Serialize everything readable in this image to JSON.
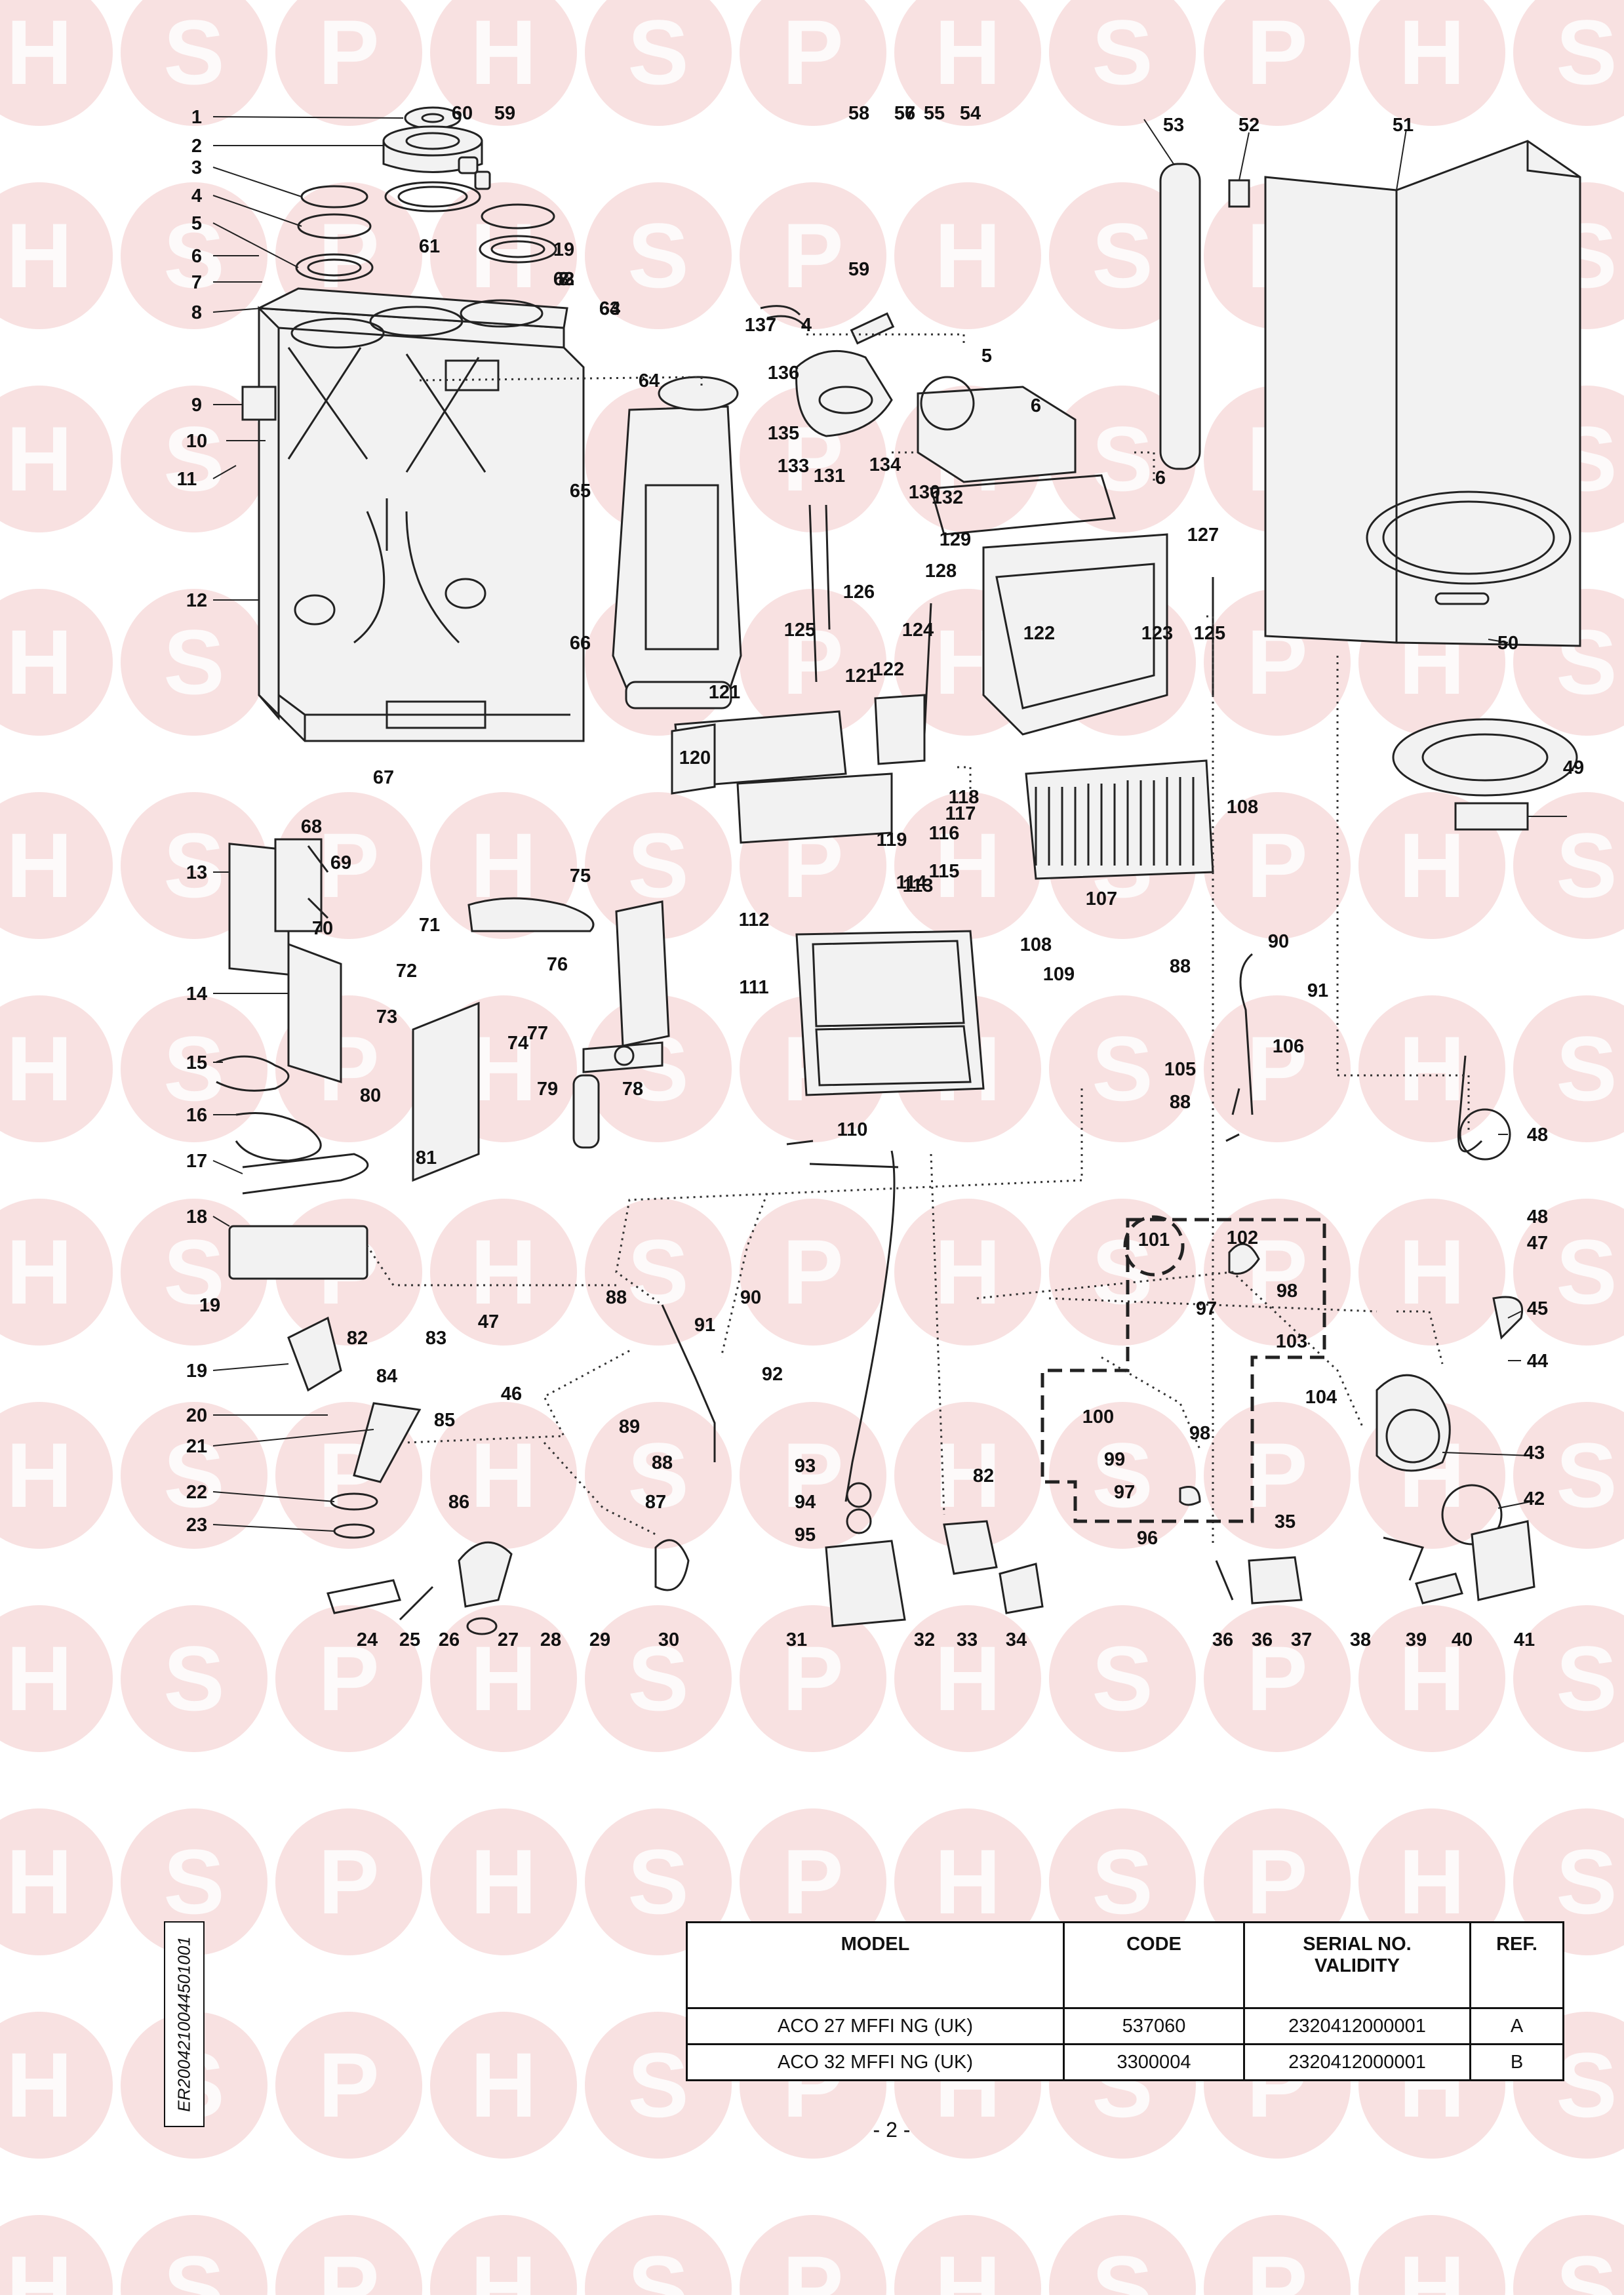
{
  "watermark": {
    "letters": [
      "H",
      "S",
      "P"
    ],
    "color": "#f3c9c9",
    "letter_color": "#e9a3a3"
  },
  "callouts": [
    "1",
    "2",
    "3",
    "4",
    "5",
    "6",
    "7",
    "8",
    "9",
    "10",
    "11",
    "12",
    "13",
    "14",
    "15",
    "16",
    "17",
    "18",
    "19",
    "19",
    "20",
    "21",
    "22",
    "23",
    "24",
    "25",
    "26",
    "27",
    "28",
    "29",
    "30",
    "31",
    "32",
    "33",
    "34",
    "35",
    "36",
    "36",
    "37",
    "38",
    "39",
    "40",
    "41",
    "42",
    "43",
    "44",
    "45",
    "46",
    "47",
    "47",
    "48",
    "48",
    "49",
    "50",
    "51",
    "52",
    "53",
    "54",
    "55",
    "56",
    "57",
    "58",
    "59",
    "59",
    "60",
    "61",
    "62",
    "63",
    "63",
    "64",
    "64",
    "65",
    "66",
    "67",
    "68",
    "69",
    "70",
    "71",
    "72",
    "73",
    "74",
    "75",
    "76",
    "77",
    "78",
    "79",
    "80",
    "81",
    "82",
    "82",
    "83",
    "84",
    "85",
    "86",
    "87",
    "88",
    "88",
    "88",
    "88",
    "89",
    "90",
    "90",
    "91",
    "91",
    "92",
    "93",
    "94",
    "95",
    "96",
    "97",
    "97",
    "98",
    "98",
    "99",
    "100",
    "101",
    "102",
    "103",
    "104",
    "105",
    "106",
    "107",
    "108",
    "108",
    "109",
    "110",
    "111",
    "112",
    "113",
    "114",
    "115",
    "116",
    "117",
    "118",
    "119",
    "120",
    "121",
    "121",
    "122",
    "122",
    "123",
    "124",
    "125",
    "125",
    "126",
    "127",
    "128",
    "129",
    "130",
    "131",
    "132",
    "133",
    "134",
    "135",
    "136",
    "137",
    "4",
    "5",
    "6",
    "6",
    "7",
    "8",
    "19"
  ],
  "model_table": {
    "headers": [
      "MODEL",
      "CODE",
      "SERIAL NO.\nVALIDITY",
      "REF."
    ],
    "rows": [
      [
        "ACO 27 MFFI NG (UK)",
        "537060",
        "2320412000001",
        "A"
      ],
      [
        "ACO 32 MFFI NG (UK)",
        "3300004",
        "2320412000001",
        "B"
      ]
    ]
  },
  "document_code": "ER2004210044501001",
  "page_number": "- 2 -"
}
